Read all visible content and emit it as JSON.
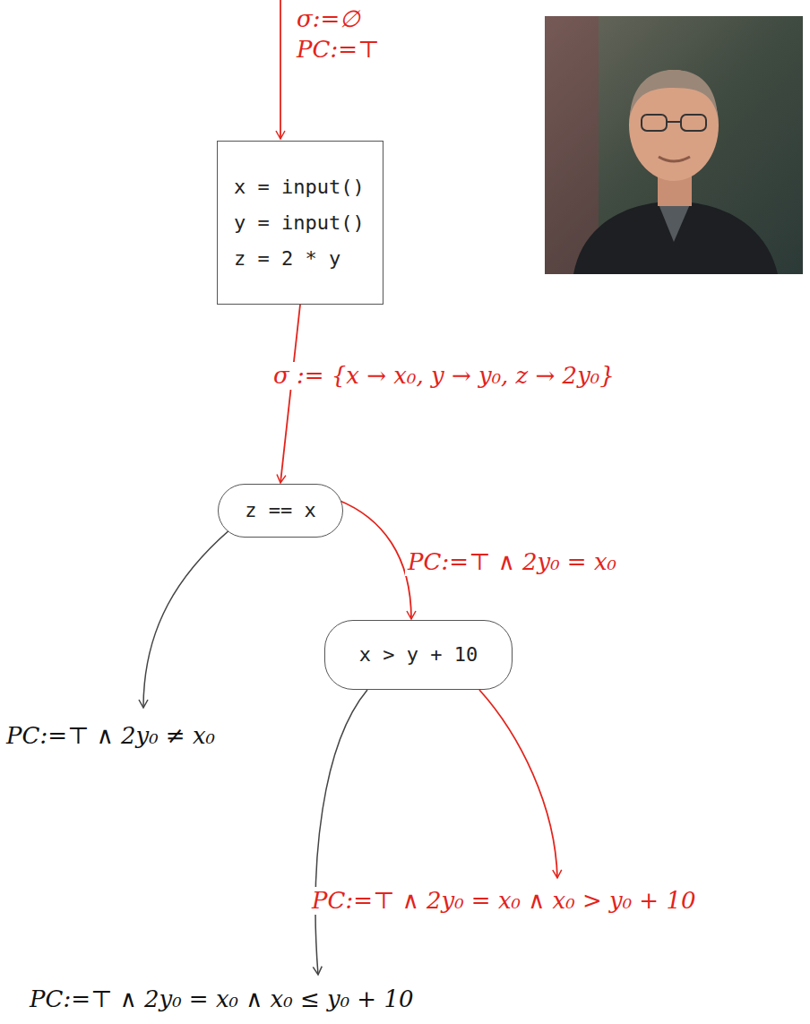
{
  "diagram": {
    "nodes": [
      {
        "text": [
          "x = input()",
          "y = input()",
          "z = 2 * y"
        ]
      },
      {
        "text": [
          "z == x"
        ]
      },
      {
        "text": [
          "x > y + 10"
        ]
      }
    ],
    "edges": [
      {
        "from": 0,
        "to": 1,
        "arrow": "to",
        "label": "σ := {x → x₀, y → y₀, z → 2y₀}"
      },
      {
        "from": 1,
        "to": 2,
        "arrow": "to",
        "label": "PC:=⊤ ∧ 2y₀ = x₀"
      }
    ],
    "labels": [
      "σ:=∅",
      "PC:=⊤",
      "PC:=⊤ ∧ 2y₀ ≠ x₀",
      "PC:=⊤ ∧ 2y₀ = x₀ ∧ x₀ > y₀ + 10",
      "PC:=⊤ ∧ 2y₀ = x₀ ∧ x₀ ≤ y₀ + 10"
    ]
  }
}
